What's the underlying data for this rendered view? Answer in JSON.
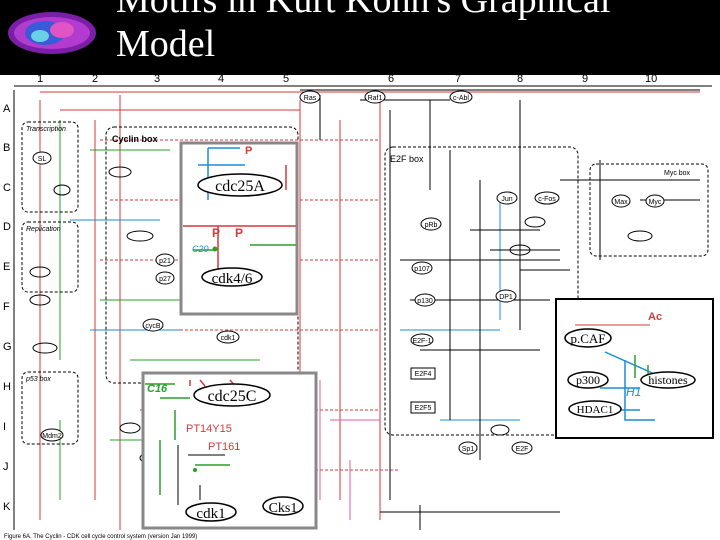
{
  "slide": {
    "title_line1": "Motifs in Kurt Kohn's Graphical",
    "title_line2": "Model",
    "footer": "Figure 6A. The Cyclin - CDK cell cycle control system (version Jan 1999)"
  },
  "grid": {
    "columns": [
      "1",
      "2",
      "3",
      "4",
      "5",
      "6",
      "7",
      "8",
      "9",
      "10"
    ],
    "rows": [
      "A",
      "B",
      "C",
      "D",
      "E",
      "F",
      "G",
      "H",
      "I",
      "J",
      "K"
    ]
  },
  "map": {
    "boxes": {
      "transcription": "Transcription",
      "cyclin": "Cyclin box",
      "e2f": "E2F box",
      "myc": "Myc box",
      "replication": "Replication",
      "p53": "p53 box"
    },
    "nodes": {
      "ras": "Ras",
      "raf1": "Raf1",
      "cabl": "c-Abl",
      "sl": "SL",
      "jun": "Jun",
      "cfos": "c-Fos",
      "prb": "pRb",
      "p107": "p107",
      "p130": "p130",
      "dp1": "DP1",
      "e2f1": "E2F-1",
      "e2f4": "E2F4",
      "e2f5": "E2F5",
      "max": "Max",
      "myc": "Myc",
      "cdk1_bg": "cdk1",
      "cycb": "cycB",
      "p21": "p21",
      "p27": "p27",
      "mdm2": "Mdm2",
      "sp1": "Sp1",
      "e2f": "E2F"
    }
  },
  "insets": {
    "cdc25a": {
      "label": "cdc25A",
      "p1": "P",
      "p2": "P",
      "p3": "P",
      "c20": "C20",
      "cdk": "cdk4/6"
    },
    "cdc25c": {
      "label": "cdc25C",
      "c16": "C16",
      "mark1": "PT14Y15",
      "mark2": "PT161",
      "cdk": "cdk1",
      "cks": "Cks1"
    },
    "pcaf": {
      "ac": "Ac",
      "pcaf": "p.CAF",
      "p300": "p300",
      "histones": "histones",
      "h1": "H1",
      "hdac1": "HDAC1"
    }
  },
  "colors": {
    "background": "#000000",
    "title": "#ffffff",
    "map_bg": "#ffffff",
    "red": "#d43a3a",
    "green": "#2aa02a",
    "blue": "#1a8ed8",
    "pink": "#e05c9c"
  }
}
